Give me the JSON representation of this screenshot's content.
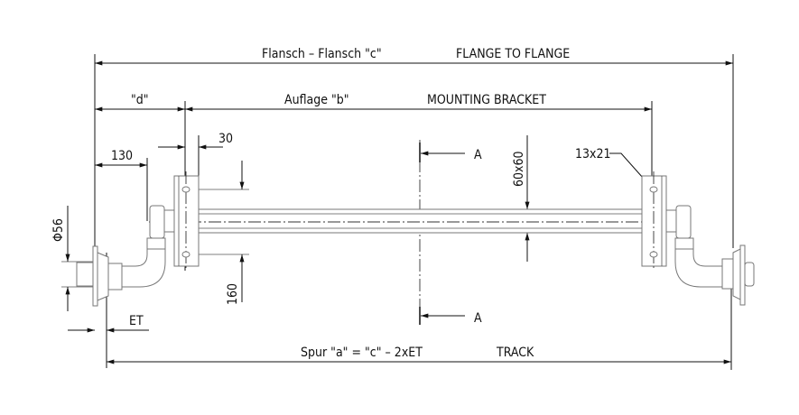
{
  "dimensions": {
    "flange_to_flange_de": "Flansch – Flansch \"c\"",
    "flange_to_flange_en": "FLANGE TO FLANGE",
    "d_label": "\"d\"",
    "mounting_de": "Auflage \"b\"",
    "mounting_en": "MOUNTING BRACKET",
    "dim_130": "130",
    "dim_30": "30",
    "dim_56": "Φ56",
    "dim_160": "160",
    "dim_60x60": "60x60",
    "hole_size": "13x21",
    "et": "ET",
    "track_de": "Spur \"a\" = \"c\" – 2xET",
    "track_en": "TRACK",
    "section_top": "A",
    "section_bottom": "A"
  }
}
